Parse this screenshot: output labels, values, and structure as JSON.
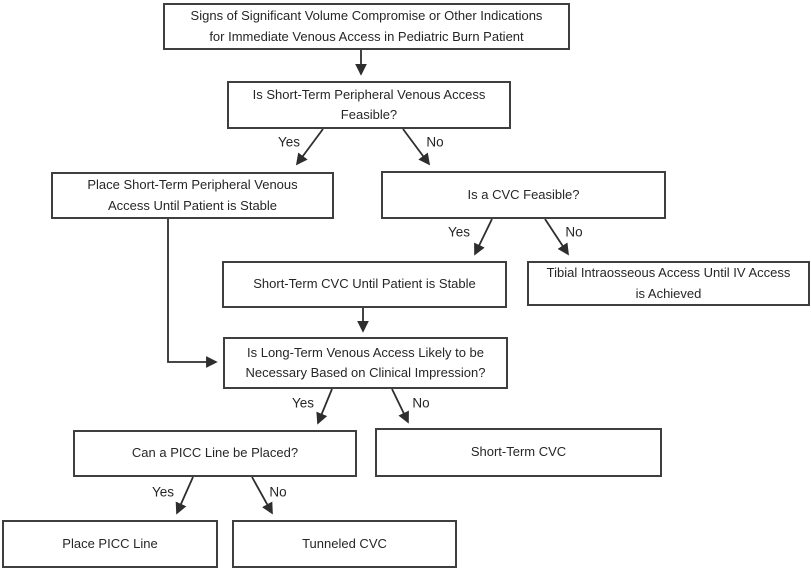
{
  "diagram": {
    "type": "flowchart",
    "colors": {
      "background": "#ffffff",
      "node_border": "#3f3f3f",
      "node_fill": "#ffffff",
      "line": "#2e2e2e",
      "text": "#262626"
    },
    "nodes": [
      {
        "id": "start",
        "label": "Signs of Significant Volume Compromise or Other Indications\nfor Immediate Venous Access in Pediatric Burn Patient"
      },
      {
        "id": "q-peripheral-feasible",
        "label": "Is Short-Term Peripheral Venous Access\nFeasible?"
      },
      {
        "id": "place-peripheral",
        "label": "Place Short-Term Peripheral Venous\nAccess Until Patient is Stable"
      },
      {
        "id": "q-cvc-feasible",
        "label": "Is a CVC Feasible?"
      },
      {
        "id": "short-term-cvc-stable",
        "label": "Short-Term CVC Until Patient is Stable"
      },
      {
        "id": "tibial-intraosseous",
        "label": "Tibial Intraosseous Access Until IV Access\nis Achieved"
      },
      {
        "id": "q-long-term-access",
        "label": "Is Long-Term Venous Access Likely to be\nNecessary Based on Clinical Impression?"
      },
      {
        "id": "q-picc-line",
        "label": "Can a PICC Line be Placed?"
      },
      {
        "id": "short-term-cvc",
        "label": "Short-Term CVC"
      },
      {
        "id": "place-picc-line",
        "label": "Place PICC Line"
      },
      {
        "id": "tunneled-cvc",
        "label": "Tunneled CVC"
      }
    ],
    "edges": [
      {
        "from": "start",
        "to": "q-peripheral-feasible",
        "label": ""
      },
      {
        "from": "q-peripheral-feasible",
        "to": "place-peripheral",
        "label": "Yes"
      },
      {
        "from": "q-peripheral-feasible",
        "to": "q-cvc-feasible",
        "label": "No"
      },
      {
        "from": "q-cvc-feasible",
        "to": "short-term-cvc-stable",
        "label": "Yes"
      },
      {
        "from": "q-cvc-feasible",
        "to": "tibial-intraosseous",
        "label": "No"
      },
      {
        "from": "short-term-cvc-stable",
        "to": "q-long-term-access",
        "label": ""
      },
      {
        "from": "place-peripheral",
        "to": "q-long-term-access",
        "label": ""
      },
      {
        "from": "q-long-term-access",
        "to": "q-picc-line",
        "label": "Yes"
      },
      {
        "from": "q-long-term-access",
        "to": "short-term-cvc",
        "label": "No"
      },
      {
        "from": "q-picc-line",
        "to": "place-picc-line",
        "label": "Yes"
      },
      {
        "from": "q-picc-line",
        "to": "tunneled-cvc",
        "label": "No"
      }
    ]
  }
}
